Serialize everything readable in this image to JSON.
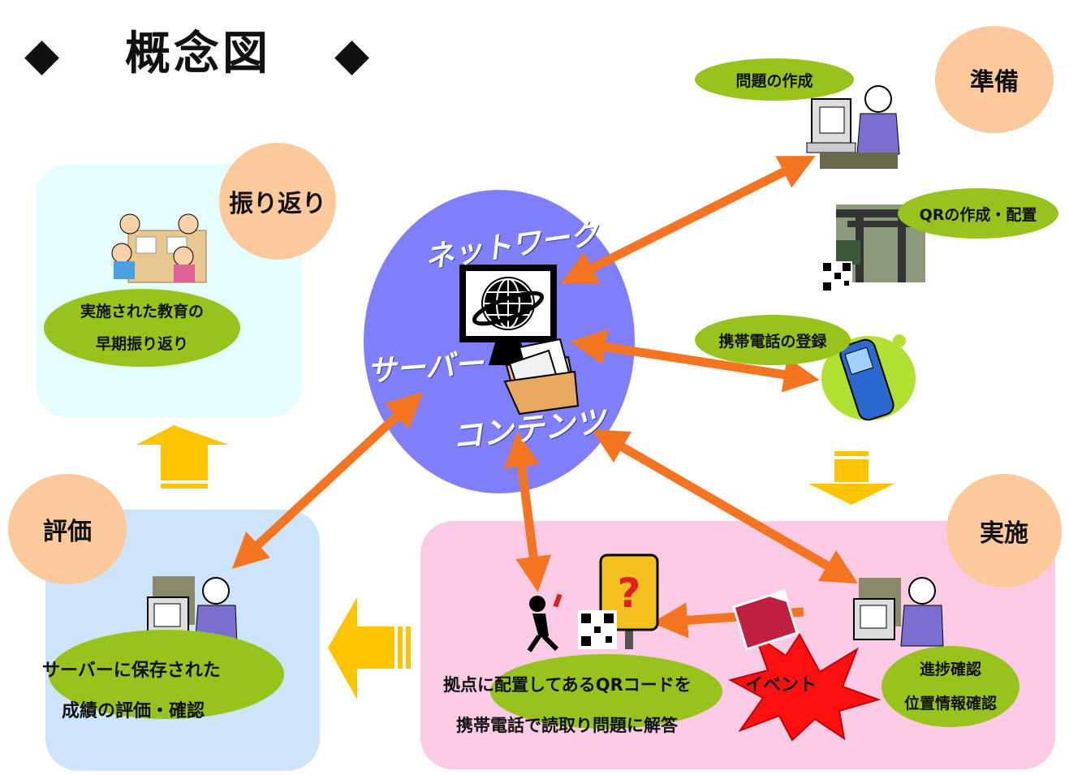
{
  "title": "概念図",
  "stages": {
    "prep": "準備",
    "review": "振り返り",
    "evaluate": "評価",
    "implement": "実施"
  },
  "center": {
    "network": "ネットワーク",
    "server": "サーバー",
    "contents": "コンテンツ"
  },
  "tasks": {
    "make_questions": "問題の作成",
    "make_qr": "QRの作成・配置",
    "register_phone": "携帯電話の登録",
    "review_line1": "実施された教育の",
    "review_line2": "早期振り返り",
    "eval_line1": "サーバーに保存された",
    "eval_line2": "成績の評価・確認",
    "impl_line1": "拠点に配置してあるQRコードを",
    "impl_line2": "携帯電話で読取り問題に解答",
    "event": "イベント",
    "progress_line1": "進捗確認",
    "progress_line2": "位置情報確認"
  },
  "colors": {
    "arrow": "#f47420",
    "flow_arrow": "#ffc400",
    "center_circle": "#7f7ffb",
    "stage_circle": "#fbc99a",
    "task_oval": "#97c31a"
  }
}
